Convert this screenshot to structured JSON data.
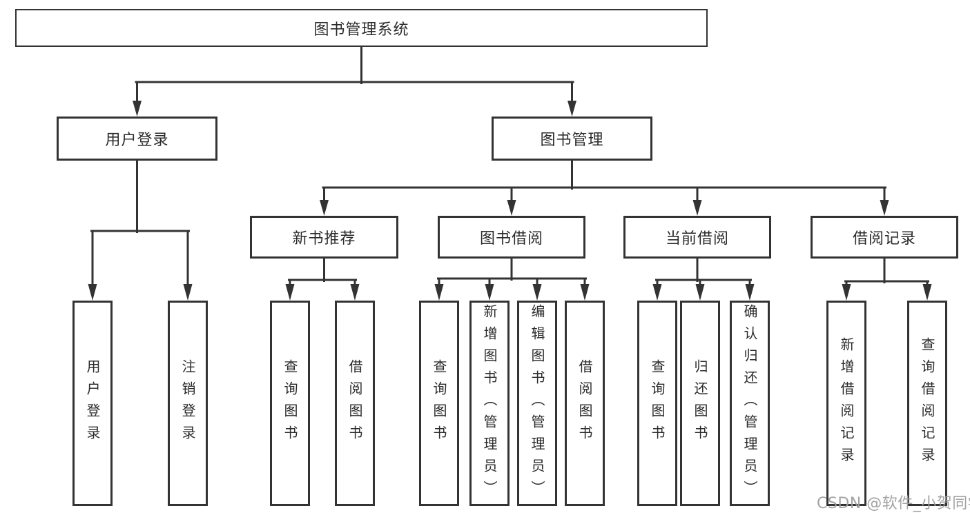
{
  "colors": {
    "line": "#333333",
    "box_border": "#333333",
    "text": "#2b2b2b",
    "background": "#ffffff",
    "watermark": "#9e9e9e"
  },
  "tree": {
    "root": "图书管理系统",
    "level2": [
      "用户登录",
      "图书管理"
    ],
    "level3": [
      "新书推荐",
      "图书借阅",
      "当前借阅",
      "借阅记录"
    ],
    "leaves": {
      "user": [
        "用户登录",
        "注销登录"
      ],
      "recommend": [
        "查询图书",
        "借阅图书"
      ],
      "borrow": [
        "查询图书",
        "新增图书（管理员）",
        "编辑图书（管理员）",
        "借阅图书"
      ],
      "current": [
        "查询图书",
        "归还图书",
        "确认归还（管理员）"
      ],
      "record": [
        "新增借阅记录",
        "查询借阅记录"
      ]
    }
  },
  "watermark": "CSDN @软件_小贺同学"
}
